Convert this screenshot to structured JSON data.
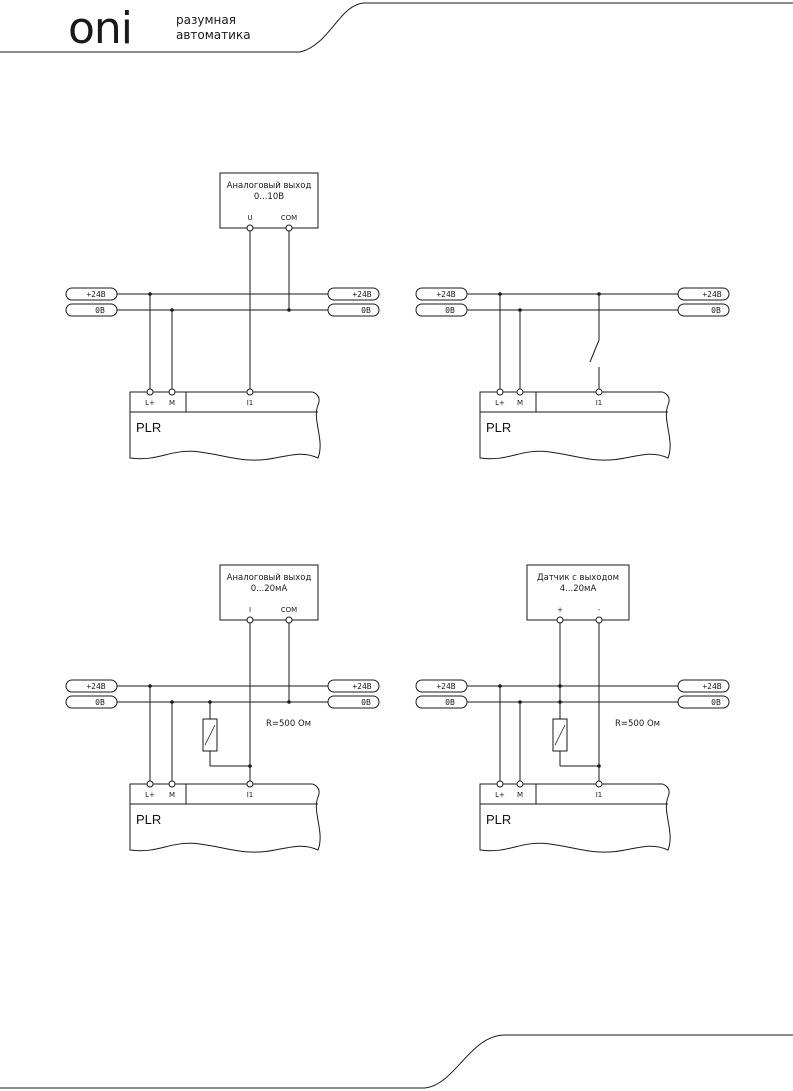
{
  "header": {
    "logo_text": "oni",
    "tagline_line1": "разумная",
    "tagline_line2": "автоматика"
  },
  "bus_labels": {
    "plus24": "+24В",
    "zero": "0В"
  },
  "plc": {
    "name": "PLR",
    "terminal_lplus": "L+",
    "terminal_m": "M",
    "terminal_i1": "I1"
  },
  "diagrams": [
    {
      "device_line1": "Аналоговый выход",
      "device_line2": "0...10В",
      "pin_left": "U",
      "pin_right": "COM"
    },
    {
      "switch": true
    },
    {
      "device_line1": "Аналоговый выход",
      "device_line2": "0...20мА",
      "pin_left": "I",
      "pin_right": "COM",
      "resistor_label": "R=500 Ом"
    },
    {
      "device_line1": "Датчик с выходом",
      "device_line2": "4...20мА",
      "pin_left": "+",
      "pin_right": "-",
      "resistor_label": "R=500 Ом"
    }
  ]
}
